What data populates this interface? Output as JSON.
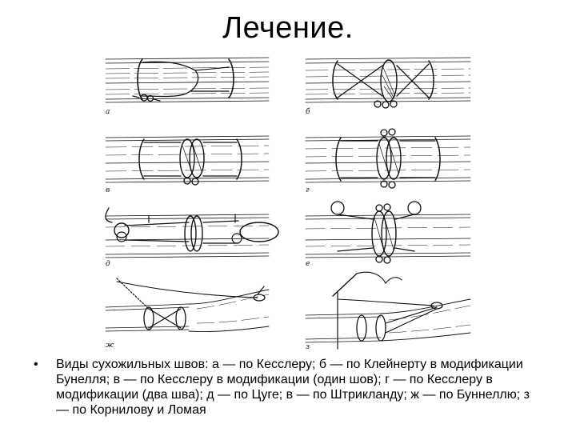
{
  "slide": {
    "title": "Лечение."
  },
  "figure": {
    "panel_labels": [
      "а",
      "б",
      "в",
      "г",
      "д",
      "е",
      "ж",
      "з"
    ]
  },
  "caption": {
    "bullet": "•",
    "text": "Виды сухожильных швов: а — по Кесслеру; б — по Клейнерту в модификации Бунелля; в — по Кесслеру в модификации (один шов); г — по Кесслеру в модификации (два шва); д — по Цуге; в — по Штрикланду; ж — по Буннеллю; з — по Корнилову и Ломая"
  }
}
